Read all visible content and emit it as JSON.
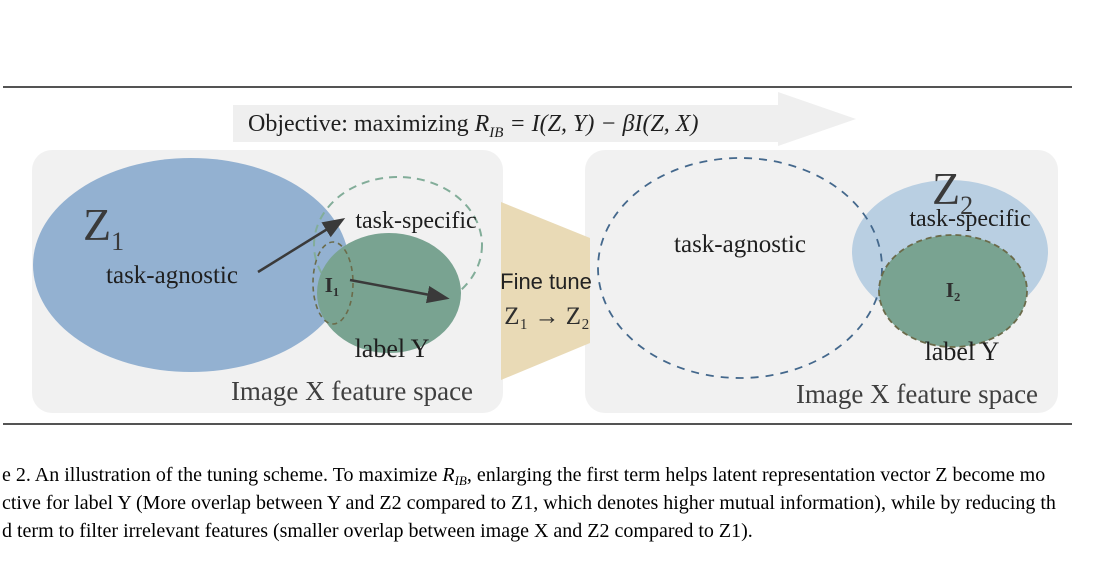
{
  "figure": {
    "banner": {
      "prefix": "Objective: maximizing ",
      "r_base": "R",
      "r_sub": "IB",
      "math_rest": " = I(Z, Y) − βI(Z, X)"
    },
    "left_panel": {
      "z_base": "Z",
      "z_sub": "1",
      "task_agnostic": "task-agnostic",
      "task_specific": "task-specific",
      "intersection": "I₁",
      "label_y": "label Y",
      "space_label": "Image X feature space"
    },
    "fine_tune": {
      "title": "Fine tune",
      "formula": "Z₁ → Z₂"
    },
    "right_panel": {
      "z_base": "Z",
      "z_sub": "2",
      "task_agnostic": "task-agnostic",
      "task_specific": "task-specific",
      "intersection": "I₂",
      "label_y": "label Y",
      "space_label": "Image X feature space"
    }
  },
  "caption": {
    "line1_pre": "e 2. An illustration of the tuning scheme. To maximize ",
    "line1_r_base": "R",
    "line1_r_sub": "IB",
    "line1_post": ", enlarging the first term helps latent representation vector Z become mo",
    "line2": "ctive for label Y (More overlap between Y and Z2 compared to Z1, which denotes higher mutual information), while by reducing th",
    "line3": "d term to filter irrelevant features (smaller overlap between image X and Z2 compared to Z1)."
  },
  "colors": {
    "panel_bg": "#f1f1f1",
    "banner_bg": "#efefef",
    "ellipse_blue": "#93b1d1",
    "ellipse_blue_light": "#b9cfe2",
    "ellipse_green": "#79a391",
    "dash_green": "#82ad99",
    "dash_blue": "#44688c",
    "dash_olive": "#6b6b4a",
    "funnel_tan": "#e9dab6",
    "arrow": "#3a3a3a",
    "rule": "#3b3b3b"
  }
}
